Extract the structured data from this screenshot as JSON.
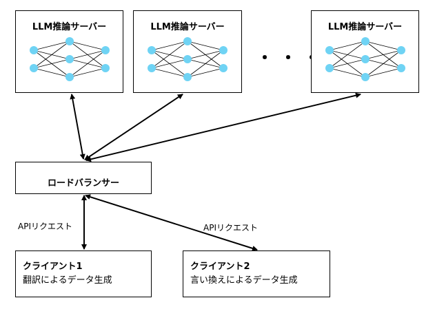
{
  "servers": [
    {
      "title": "LLM推論サーバー"
    },
    {
      "title": "LLM推論サーバー"
    },
    {
      "title": "LLM推論サーバー"
    }
  ],
  "ellipsis": "・・・",
  "load_balancer": {
    "label": "ロードバランサー"
  },
  "clients": [
    {
      "name": "クライアント1",
      "description": "翻訳によるデータ生成"
    },
    {
      "name": "クライアント2",
      "description": "言い換えによるデータ生成"
    }
  ],
  "edges": [
    {
      "label": "APIリクエスト"
    },
    {
      "label": "APIリクエスト"
    }
  ],
  "colors": {
    "node": "#6fd3f4",
    "line": "#000000"
  }
}
